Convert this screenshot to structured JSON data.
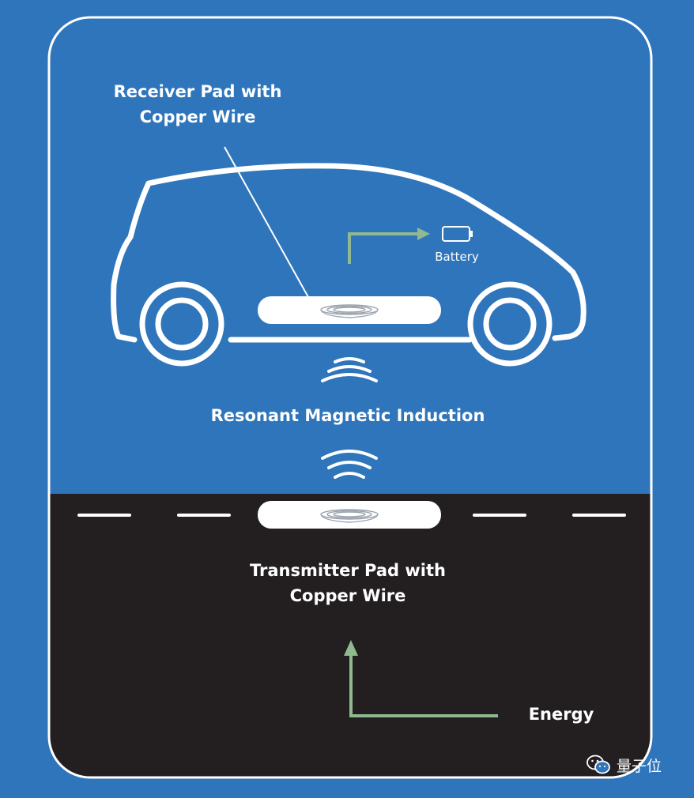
{
  "labels": {
    "receiver_line1": "Receiver Pad with",
    "receiver_line2": "Copper Wire",
    "battery": "Battery",
    "resonant": "Resonant Magnetic Induction",
    "transmitter_line1": "Transmitter Pad with",
    "transmitter_line2": "Copper Wire",
    "energy": "Energy"
  },
  "watermark": {
    "text": "量子位",
    "icon": "wechat-icon"
  },
  "colors": {
    "background_blue": "#2f75bb",
    "road": "#231f20",
    "outline_white": "#ffffff",
    "arrow_green": "#8fb98f",
    "coil_grey": "#9aa3ad"
  },
  "icons": [
    "battery-icon",
    "signal-waves-icon",
    "coil-icon",
    "arrow-icon",
    "wechat-icon"
  ]
}
